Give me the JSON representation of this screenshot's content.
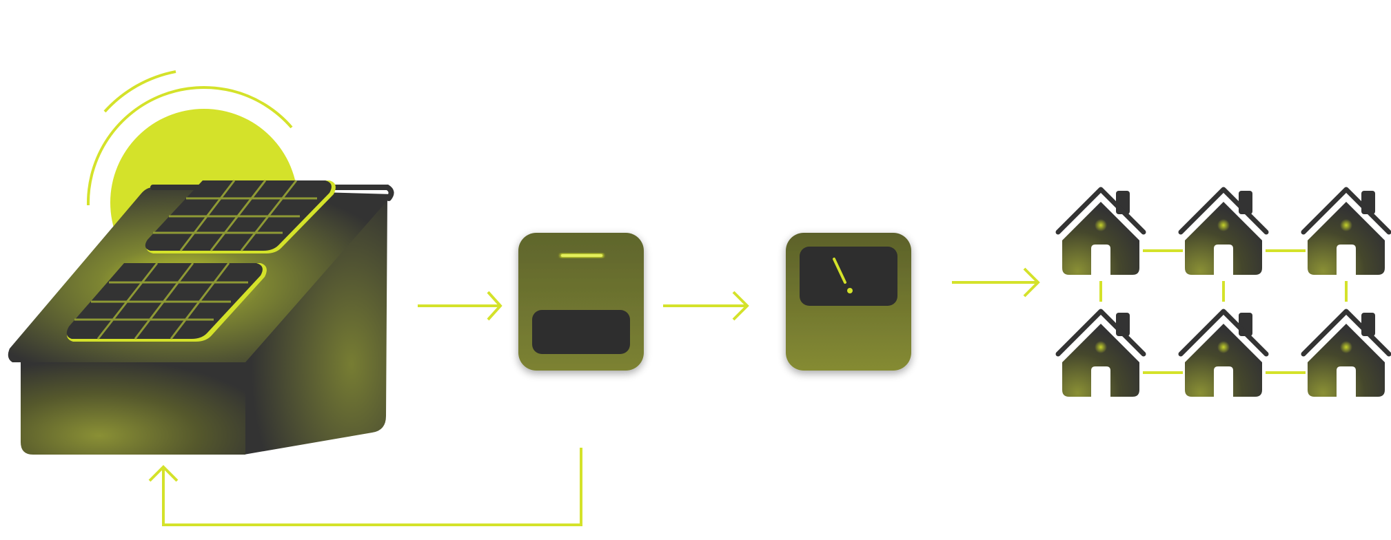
{
  "colors": {
    "accent": "#d4e22a",
    "dark": "#333333",
    "olive": "#6d7430",
    "olive_light": "#8a9035",
    "screen": "#2e2e2e",
    "background": "#ffffff"
  },
  "icons": {
    "sun": "sun-icon",
    "solar_roof": "house-roof-solar-panel-icon",
    "battery": "battery-storage-icon",
    "meter": "energy-meter-icon",
    "house": "house-icon"
  },
  "nodes": [
    {
      "id": "solar-roof",
      "icon": "house-roof-solar-panel-icon"
    },
    {
      "id": "battery",
      "icon": "battery-storage-icon"
    },
    {
      "id": "meter",
      "icon": "energy-meter-icon"
    },
    {
      "id": "community",
      "icon": "house-icon",
      "count": 6
    }
  ],
  "edges": [
    {
      "from": "solar-roof",
      "to": "battery"
    },
    {
      "from": "battery",
      "to": "meter"
    },
    {
      "from": "meter",
      "to": "community"
    },
    {
      "from": "battery",
      "to": "solar-roof"
    }
  ],
  "community": {
    "rows": 2,
    "columns": 3
  }
}
